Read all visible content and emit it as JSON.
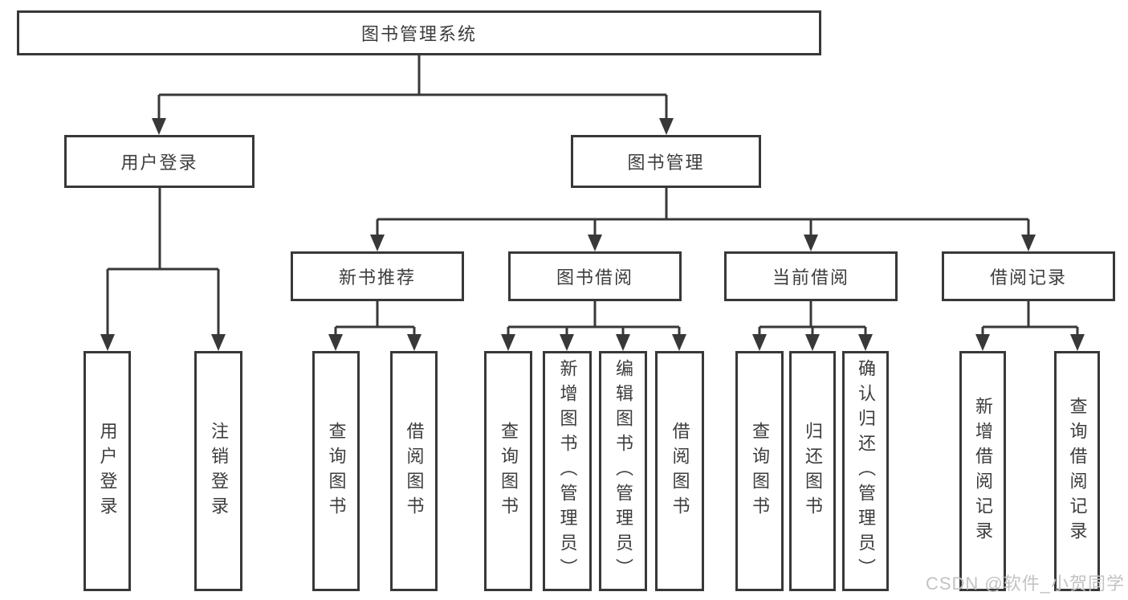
{
  "diagram": {
    "root": "图书管理系统",
    "level2": {
      "user_login": "用户登录",
      "book_mgmt": "图书管理"
    },
    "level3": {
      "new_books": "新书推荐",
      "book_borrow": "图书借阅",
      "current_borrow": "当前借阅",
      "borrow_records": "借阅记录"
    },
    "leaves": {
      "user_login": "用户登录",
      "logout": "注销登录",
      "nb_query": "查询图书",
      "nb_borrow": "借阅图书",
      "bb_query": "查询图书",
      "bb_add": "新增图书（管理员）",
      "bb_edit": "编辑图书（管理员）",
      "bb_borrow": "借阅图书",
      "cb_query": "查询图书",
      "cb_return": "归还图书",
      "cb_confirm": "确认归还（管理员）",
      "br_add": "新增借阅记录",
      "br_query": "查询借阅记录"
    }
  },
  "colors": {
    "line": "#383838",
    "text": "#3d3d3d",
    "box_background": "#ffffff",
    "watermark": "#c3c3c3"
  },
  "watermark": "CSDN @软件_小贺同学"
}
